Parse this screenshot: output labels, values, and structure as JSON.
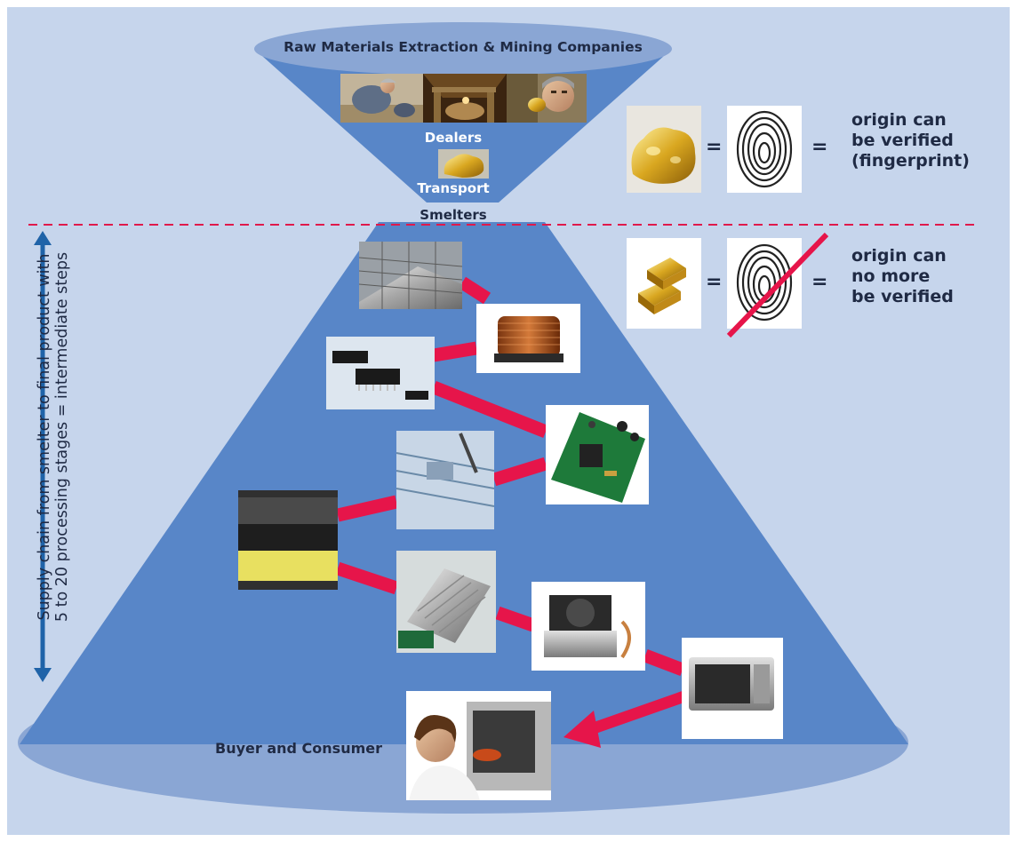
{
  "diagram": {
    "top_title": "Raw Materials Extraction & Mining Companies",
    "stage_dealers": "Dealers",
    "stage_transport": "Transport",
    "stage_smelters": "Smelters",
    "consumer_label": "Buyer and Consumer",
    "equals_sign": "=",
    "verified_text": "origin can\nbe verified\n(fingerprint)",
    "not_verified_text": "origin can\nno more\nbe verified",
    "supply_chain_text": "Supply chain from smelter to final product with\n5 to 20 processing stages = intermediate steps"
  },
  "colors": {
    "background": "#c6d5ec",
    "funnel": "#5886c8",
    "ellipse": "#8aa6d4",
    "connector": "#e6154a",
    "arrow": "#1f63a8",
    "dashed_line": "#e0194b"
  },
  "icons": [
    "miner-photo",
    "mine-tunnel-photo",
    "miner-with-ore-photo",
    "gold-nugget-icon",
    "fingerprint-icon",
    "gold-bars-icon",
    "metal-ingots-photo",
    "copper-coil-photo",
    "microchips-photo",
    "circuit-board-photo",
    "motherboard-photo",
    "connector-cable-photo",
    "heatsink-photo",
    "cpu-cooler-photo",
    "microwave-photo",
    "woman-microwave-photo"
  ]
}
